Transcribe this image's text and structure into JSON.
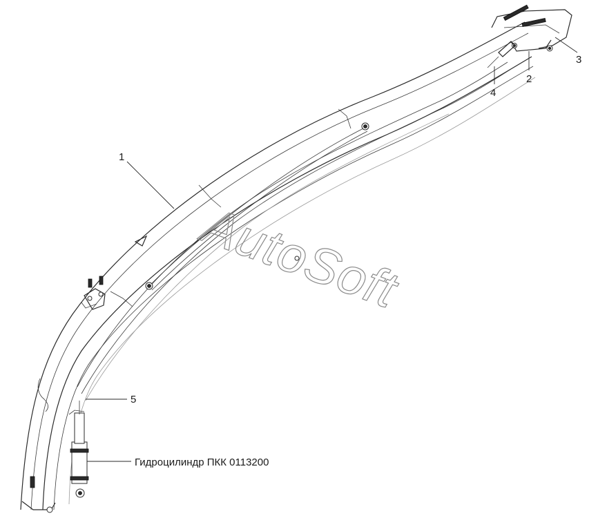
{
  "diagram": {
    "watermark": "AutoSoft",
    "callouts": [
      {
        "id": "1",
        "label": "1"
      },
      {
        "id": "2",
        "label": "2"
      },
      {
        "id": "3",
        "label": "3"
      },
      {
        "id": "4",
        "label": "4"
      },
      {
        "id": "5",
        "label": "5"
      }
    ],
    "cylinder_label": "Гидроцилиндр ПКК 0113200"
  },
  "colors": {
    "line": "#2a2a2a",
    "watermark": "#8a8a8a",
    "background": "#ffffff"
  }
}
